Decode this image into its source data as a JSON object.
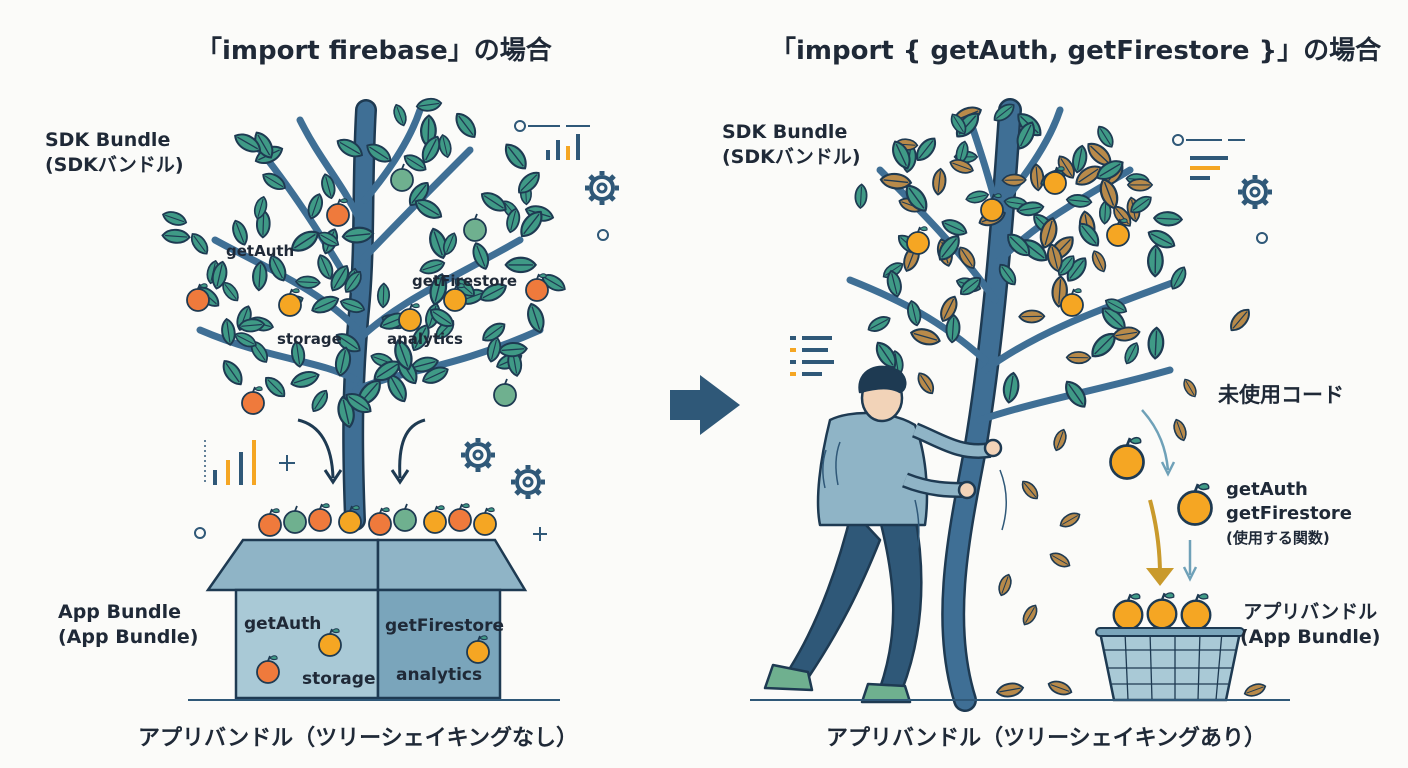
{
  "left": {
    "title": "「import firebase」の場合",
    "sdk_label_1": "SDK Bundle",
    "sdk_label_2": "(SDKバンドル)",
    "tree_labels": [
      "getAuth",
      "getFirestore",
      "storage",
      "analytics"
    ],
    "app_label_1": "App Bundle",
    "app_label_2": "(App Bundle)",
    "box_labels": [
      "getAuth",
      "getFirestore",
      "storage",
      "analytics"
    ],
    "caption": "アプリバンドル（ツリーシェイキングなし）"
  },
  "right": {
    "title": "「import { getAuth, getFirestore }」の場合",
    "sdk_label_1": "SDK Bundle",
    "sdk_label_2": "(SDKバンドル)",
    "unused_label": "未使用コード",
    "used_1": "getAuth",
    "used_2": "getFirestore",
    "used_3": "(使用する関数)",
    "app_label_1": "アプリバンドル",
    "app_label_2": "(App Bundle)",
    "caption": "アプリバンドル（ツリーシェイキングあり）"
  },
  "colors": {
    "trunk": "#3f6f95",
    "outline": "#1e3a52",
    "leaf": "#3f9a86",
    "leaf_dry": "#b88a4a",
    "apple_red": "#ef7a3c",
    "apple_orange": "#f5a623",
    "apple_green": "#6fb08f",
    "box": "#8fb4c6",
    "accent_arrow": "#2f5878"
  }
}
